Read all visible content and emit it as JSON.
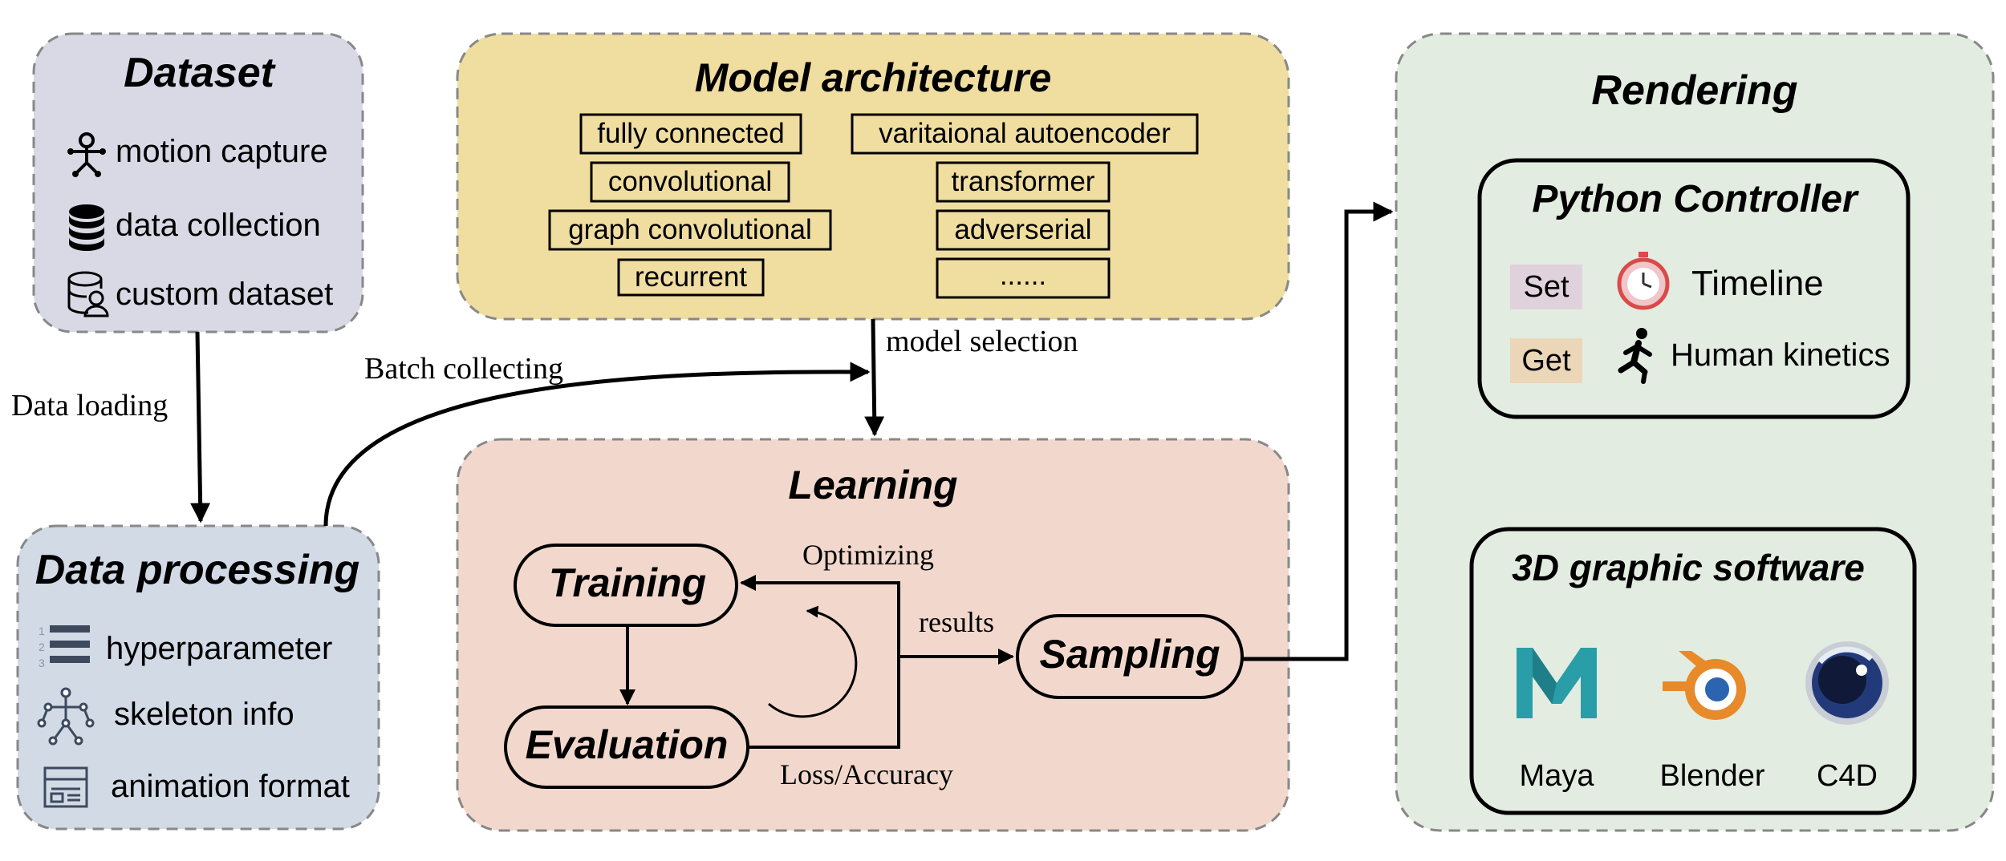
{
  "colors": {
    "dataset_bg": "#d9d9e6",
    "processing_bg": "#d2dae6",
    "model_bg": "#f0dda0",
    "learning_bg": "#f2d8cc",
    "rendering_bg": "#e3ece0",
    "border_dash": "#888888",
    "set_badge": "#e0d2dc",
    "get_badge": "#ecd6b8",
    "maya_teal": "#2a9ea8",
    "blender_orange": "#e8892a",
    "blender_blue": "#2c64b0",
    "c4d_blue": "#233a7a"
  },
  "dataset": {
    "title": "Dataset",
    "items": [
      {
        "icon": "motion-capture-icon",
        "label": "motion capture"
      },
      {
        "icon": "database-icon",
        "label": "data collection"
      },
      {
        "icon": "custom-dataset-icon",
        "label": "custom dataset"
      }
    ]
  },
  "model": {
    "title": "Model architecture",
    "left_options": [
      "fully connected",
      "convolutional",
      "graph convolutional",
      "recurrent"
    ],
    "right_options": [
      "varitaional autoencoder",
      "transformer",
      "adverserial",
      "......"
    ]
  },
  "processing": {
    "title": "Data processing",
    "items": [
      {
        "icon": "list-numbered-icon",
        "label": "hyperparameter"
      },
      {
        "icon": "skeleton-icon",
        "label": "skeleton info"
      },
      {
        "icon": "animation-format-icon",
        "label": "animation format"
      }
    ]
  },
  "learning": {
    "title": "Learning",
    "training": "Training",
    "evaluation": "Evaluation",
    "sampling": "Sampling",
    "optimizing": "Optimizing",
    "loss_accuracy": "Loss/Accuracy",
    "results": "results"
  },
  "rendering": {
    "title": "Rendering",
    "controller": {
      "title": "Python Controller",
      "set_label": "Set",
      "get_label": "Get",
      "timeline": "Timeline",
      "human_kinetics": "Human kinetics"
    },
    "software": {
      "title": "3D graphic software",
      "apps": [
        {
          "icon": "maya-icon",
          "label": "Maya"
        },
        {
          "icon": "blender-icon",
          "label": "Blender"
        },
        {
          "icon": "c4d-icon",
          "label": "C4D"
        }
      ]
    }
  },
  "edges": {
    "data_loading": "Data loading",
    "batch_collecting": "Batch collecting",
    "model_selection": "model selection"
  }
}
